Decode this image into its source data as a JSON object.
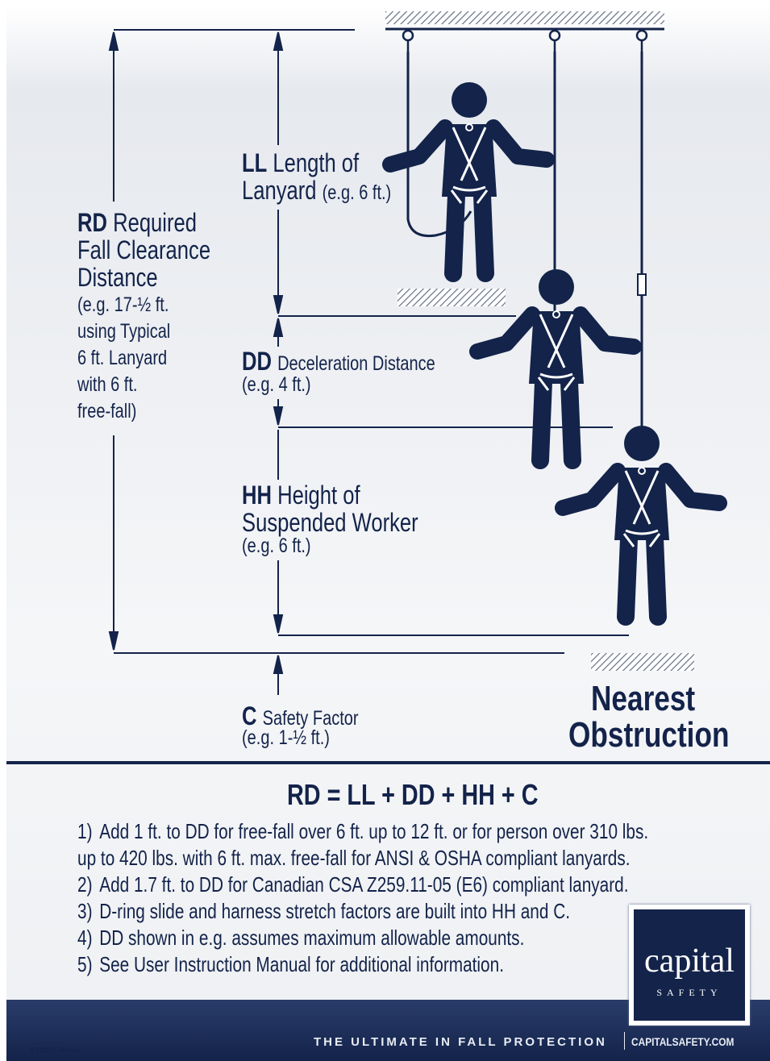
{
  "labels": {
    "ll": {
      "abbr": "LL",
      "line1": "Length of",
      "line2": "Lanyard",
      "example": "(e.g. 6 ft.)"
    },
    "rd": {
      "abbr": "RD",
      "line1": "Required",
      "line2": "Fall Clearance",
      "line3": "Distance",
      "note1": "(e.g. 17-½ ft.",
      "note2": "using Typical",
      "note3": "6 ft. Lanyard",
      "note4": "with 6 ft.",
      "note5": "free-fall)"
    },
    "dd": {
      "abbr": "DD",
      "line1": "Deceleration Distance",
      "example": "(e.g. 4 ft.)"
    },
    "hh": {
      "abbr": "HH",
      "line1": "Height of",
      "line2": "Suspended Worker",
      "example": "(e.g. 6 ft.)"
    },
    "c": {
      "abbr": "C",
      "line1": "Safety Factor",
      "example": "(e.g. 1-½ ft.)"
    },
    "obstruction": {
      "line1": "Nearest",
      "line2": "Obstruction"
    }
  },
  "formula": "RD = LL + DD + HH + C",
  "notes": [
    {
      "num": "1)",
      "text": "Add 1 ft. to DD for free-fall over 6 ft. up to 12 ft. or for person over 310 lbs.",
      "cont": "up to 420 lbs. with 6 ft. max. free-fall for ANSI & OSHA compliant lanyards."
    },
    {
      "num": "2)",
      "text": "Add 1.7 ft. to DD for Canadian CSA Z259.11-05 (E6) compliant lanyard."
    },
    {
      "num": "3)",
      "text": "D-ring slide and harness stretch factors are built into HH and C."
    },
    {
      "num": "4)",
      "text": "DD shown in e.g. assumes maximum allowable amounts."
    },
    {
      "num": "5)",
      "text": "See User Instruction Manual for additional information."
    }
  ],
  "logo": {
    "word": "capital",
    "sub": "SAFETY"
  },
  "footer": {
    "tagline": "THE ULTIMATE IN FALL PROTECTION",
    "site": "CAPITALSAFETY.COM",
    "code": "ST0036 RevA"
  },
  "colors": {
    "navy": "#13234a",
    "hatch": "#8a93a5"
  }
}
